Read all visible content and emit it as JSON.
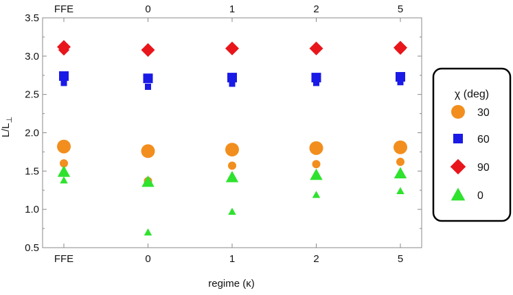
{
  "chart_data": {
    "type": "scatter",
    "categories": [
      "FFE",
      "0",
      "1",
      "2",
      "5"
    ],
    "top_categories": [
      "FFE",
      "0",
      "1",
      "2",
      "5"
    ],
    "xlabel": "regime (κ)",
    "ylabel_main": "L/L",
    "ylabel_sub": "⊥",
    "ylim": [
      0.5,
      3.5
    ],
    "yticks": [
      "0.5",
      "1.0",
      "1.5",
      "2.0",
      "2.5",
      "3.0",
      "3.5"
    ],
    "legend": {
      "title": "χ (deg)",
      "placement": "right"
    },
    "series": [
      {
        "name": "30",
        "marker": "circle",
        "color": "#f28e1e",
        "points": [
          {
            "x": 0,
            "y": 1.82,
            "size": "large"
          },
          {
            "x": 0,
            "y": 1.6,
            "size": "small"
          },
          {
            "x": 1,
            "y": 1.76,
            "size": "large"
          },
          {
            "x": 1,
            "y": 1.37,
            "size": "small"
          },
          {
            "x": 2,
            "y": 1.78,
            "size": "large"
          },
          {
            "x": 2,
            "y": 1.57,
            "size": "small"
          },
          {
            "x": 3,
            "y": 1.8,
            "size": "large"
          },
          {
            "x": 3,
            "y": 1.59,
            "size": "small"
          },
          {
            "x": 4,
            "y": 1.81,
            "size": "large"
          },
          {
            "x": 4,
            "y": 1.62,
            "size": "small"
          }
        ]
      },
      {
        "name": "60",
        "marker": "square",
        "color": "#1a1ae6",
        "points": [
          {
            "x": 0,
            "y": 2.74,
            "size": "large"
          },
          {
            "x": 0,
            "y": 2.65,
            "size": "small"
          },
          {
            "x": 1,
            "y": 2.71,
            "size": "large"
          },
          {
            "x": 1,
            "y": 2.6,
            "size": "small"
          },
          {
            "x": 2,
            "y": 2.72,
            "size": "large"
          },
          {
            "x": 2,
            "y": 2.64,
            "size": "small"
          },
          {
            "x": 3,
            "y": 2.72,
            "size": "large"
          },
          {
            "x": 3,
            "y": 2.65,
            "size": "small"
          },
          {
            "x": 4,
            "y": 2.73,
            "size": "large"
          },
          {
            "x": 4,
            "y": 2.66,
            "size": "small"
          }
        ]
      },
      {
        "name": "90",
        "marker": "diamond",
        "color": "#e8161b",
        "points": [
          {
            "x": 0,
            "y": 3.12,
            "size": "large"
          },
          {
            "x": 0,
            "y": 3.08,
            "size": "small"
          },
          {
            "x": 1,
            "y": 3.08,
            "size": "large"
          },
          {
            "x": 1,
            "y": 3.07,
            "size": "small"
          },
          {
            "x": 2,
            "y": 3.1,
            "size": "large"
          },
          {
            "x": 2,
            "y": 3.09,
            "size": "small"
          },
          {
            "x": 3,
            "y": 3.1,
            "size": "large"
          },
          {
            "x": 3,
            "y": 3.09,
            "size": "small"
          },
          {
            "x": 4,
            "y": 3.11,
            "size": "large"
          },
          {
            "x": 4,
            "y": 3.09,
            "size": "small"
          }
        ]
      },
      {
        "name": "0",
        "marker": "triangle",
        "color": "#2ee22e",
        "points": [
          {
            "x": 0,
            "y": 1.49,
            "size": "large"
          },
          {
            "x": 0,
            "y": 1.38,
            "size": "small"
          },
          {
            "x": 1,
            "y": 1.36,
            "size": "large"
          },
          {
            "x": 1,
            "y": 0.7,
            "size": "small"
          },
          {
            "x": 2,
            "y": 1.42,
            "size": "large"
          },
          {
            "x": 2,
            "y": 0.97,
            "size": "small"
          },
          {
            "x": 3,
            "y": 1.45,
            "size": "large"
          },
          {
            "x": 3,
            "y": 1.19,
            "size": "small"
          },
          {
            "x": 4,
            "y": 1.47,
            "size": "large"
          },
          {
            "x": 4,
            "y": 1.24,
            "size": "small"
          }
        ]
      }
    ]
  }
}
